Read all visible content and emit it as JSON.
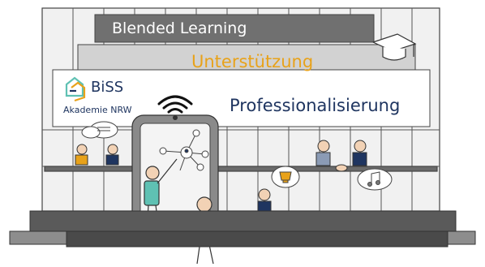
{
  "banners": {
    "blended_learning": "Blended Learning",
    "support": "Unterstützung",
    "professionalization": "Professionalisierung"
  },
  "logo": {
    "name": "BiSS",
    "subtitle": "Akademie NRW"
  },
  "colors": {
    "navy": "#1f3560",
    "orange": "#e8a21a",
    "teal": "#5fc1b3",
    "grey_banner": "#6e6e6e",
    "light_grey_banner": "#d0d0d0",
    "building_fill": "#f0f0f0",
    "base_dark": "#5a5a5a"
  },
  "icons": [
    "wifi-icon",
    "network-icon",
    "trophy-icon",
    "music-note-icon",
    "speech-bubble-icon",
    "graduation-cap-icon",
    "handshake-icon"
  ]
}
